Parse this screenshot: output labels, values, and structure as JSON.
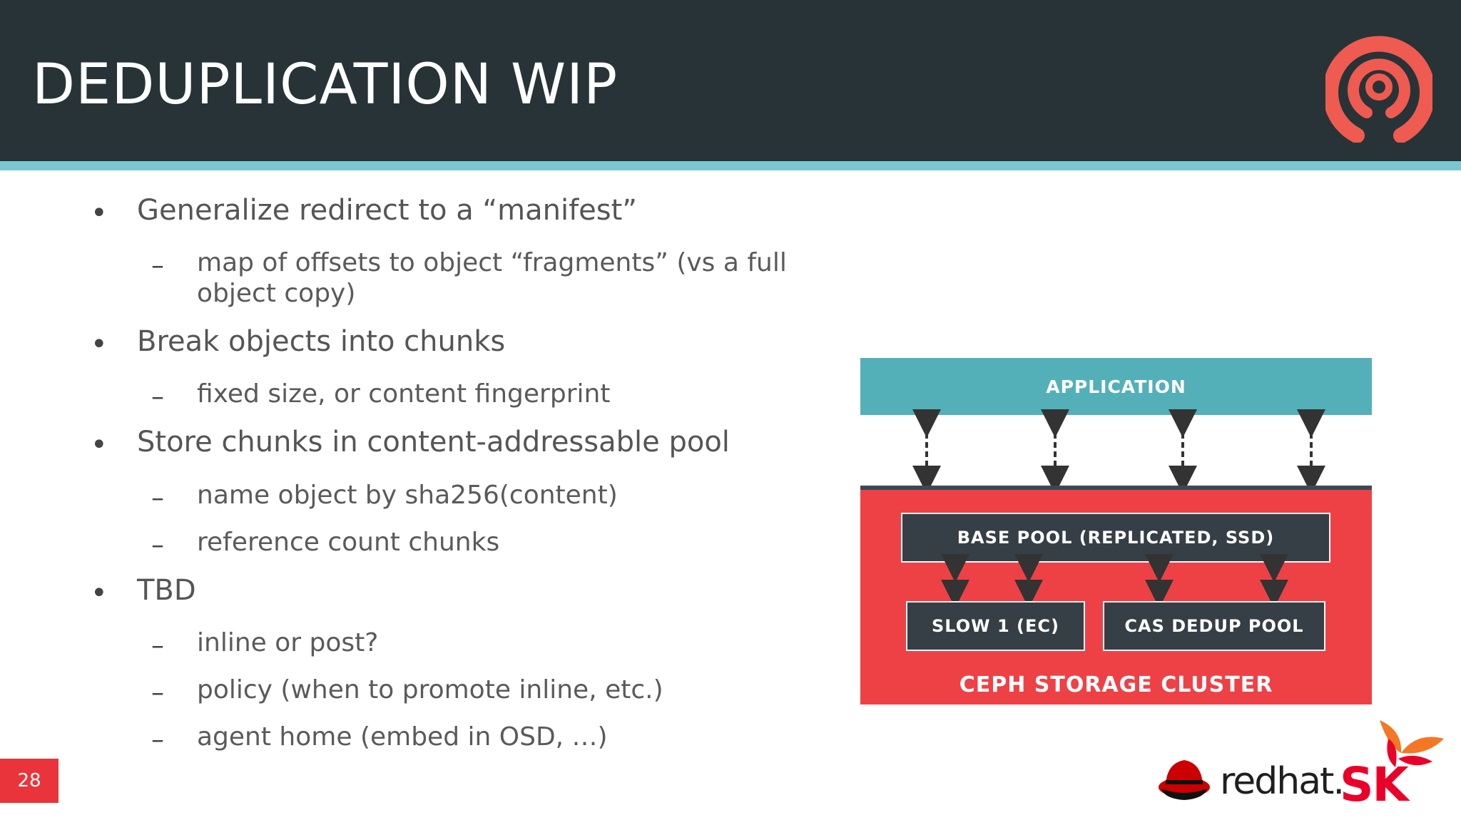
{
  "slide": {
    "title": "DEDUPLICATION WIP",
    "page_number": "28"
  },
  "bullets": [
    {
      "marker": "•",
      "text": "Generalize redirect to a “manifest”"
    },
    {
      "marker": "–",
      "text": "map of offsets to object “fragments” (vs a full"
    },
    {
      "marker": "",
      "text": "object copy)"
    },
    {
      "marker": "•",
      "text": "Break objects into chunks"
    },
    {
      "marker": "–",
      "text": "fixed size, or content fingerprint"
    },
    {
      "marker": "•",
      "text": "Store chunks in content-addressable pool"
    },
    {
      "marker": "–",
      "text": "name object by sha256(content)"
    },
    {
      "marker": "–",
      "text": "reference count chunks"
    },
    {
      "marker": "•",
      "text": "TBD"
    },
    {
      "marker": "–",
      "text": "inline or post?"
    },
    {
      "marker": "–",
      "text": "policy (when to promote inline, etc.)"
    },
    {
      "marker": "–",
      "text": "agent home (embed in OSD, …)"
    }
  ],
  "diagram": {
    "application": "APPLICATION",
    "base_pool": "BASE POOL (REPLICATED, SSD)",
    "slow_pool": "SLOW 1 (EC)",
    "cas_pool": "CAS DEDUP POOL",
    "cluster": "CEPH STORAGE CLUSTER"
  },
  "logos": {
    "redhat": "redhat.",
    "sk": "SK"
  },
  "colors": {
    "header": "#283337",
    "stripe": "#7ac7d3",
    "application": "#54b0b8",
    "cluster": "#ee4146",
    "pool": "#363f45",
    "page_number_bg": "#e8343a",
    "ceph_logo": "#ef5b50"
  }
}
